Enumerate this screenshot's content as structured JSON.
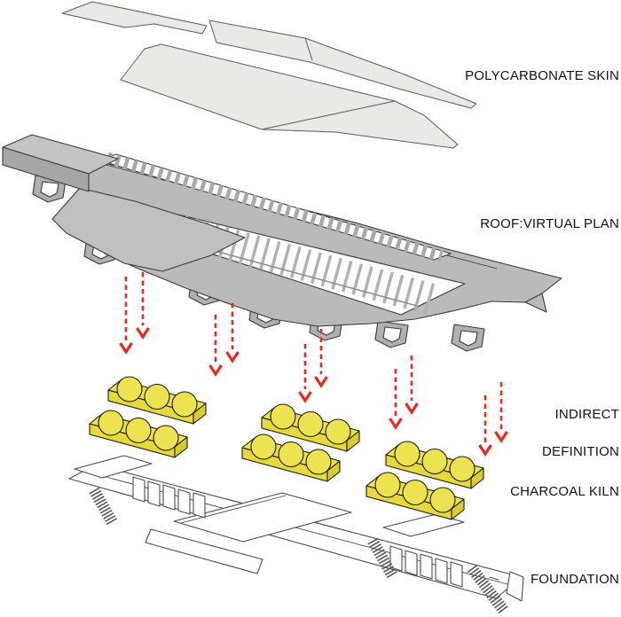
{
  "diagram": {
    "type": "exploded axonometric architecture diagram",
    "background": "#FFFFFF",
    "labels": {
      "polycarbonate_skin": "POLYCARBONATE SKIN",
      "roof_virtual_plan": "ROOF:VIRTUAL PLAN",
      "indirect_definition_line1": "INDIRECT",
      "indirect_definition_line2": "DEFINITION",
      "charcoal_kiln": "CHARCOAL KILN",
      "foundation": "FOUNDATION"
    },
    "layers": [
      {
        "name": "polycarbonate-skin",
        "appearance": "light gray faceted panels"
      },
      {
        "name": "roof-virtual-plan",
        "appearance": "gray roof slab with louver slats, truss opening and A-frame legs"
      },
      {
        "name": "indirect-definition",
        "appearance": "red dashed downward arrows",
        "arrow_count": 10
      },
      {
        "name": "charcoal-kiln",
        "appearance": "yellow kiln blocks, three circular pots each",
        "block_count": 6
      },
      {
        "name": "foundation",
        "appearance": "white wireframe foundation plan with hatched ramps"
      }
    ],
    "colors": {
      "arrow_red": "#E8291F",
      "kiln_yellow_top": "#EDE24F",
      "kiln_yellow_front": "#E5D93E",
      "kiln_yellow_side": "#D9CC30",
      "roof_gray": "#BABABA",
      "skin_gray": "#E9E9E7",
      "outline_dark": "#3A3A3A",
      "foundation_line": "#4A4A4C"
    }
  }
}
